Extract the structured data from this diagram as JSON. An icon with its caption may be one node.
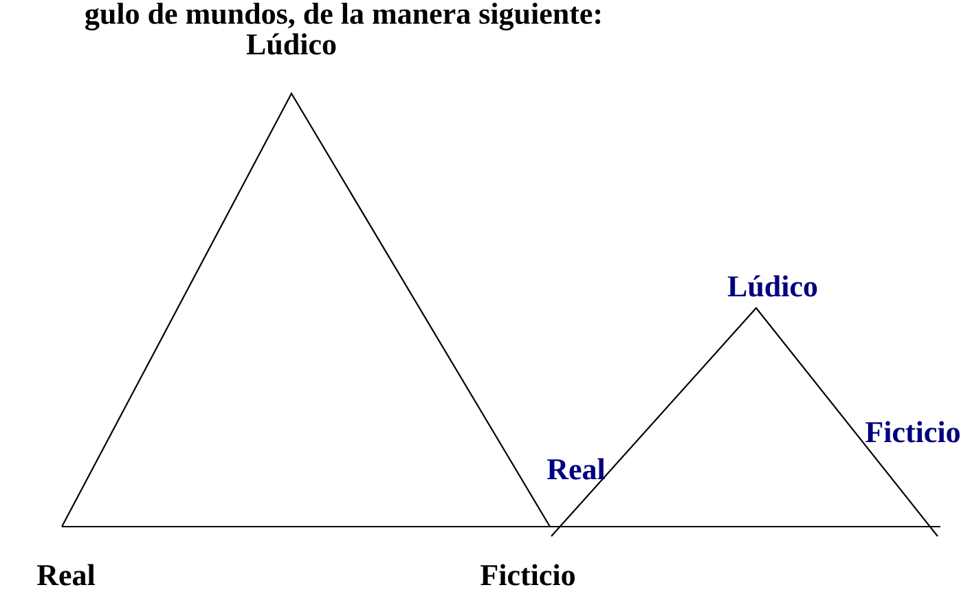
{
  "diagram": {
    "labels": [
      "gulo de mundos, de la manera siguiente:",
      "Lúdico",
      "Real",
      "Ficticio",
      "Lúdico",
      "Real",
      "Ficticio"
    ]
  }
}
